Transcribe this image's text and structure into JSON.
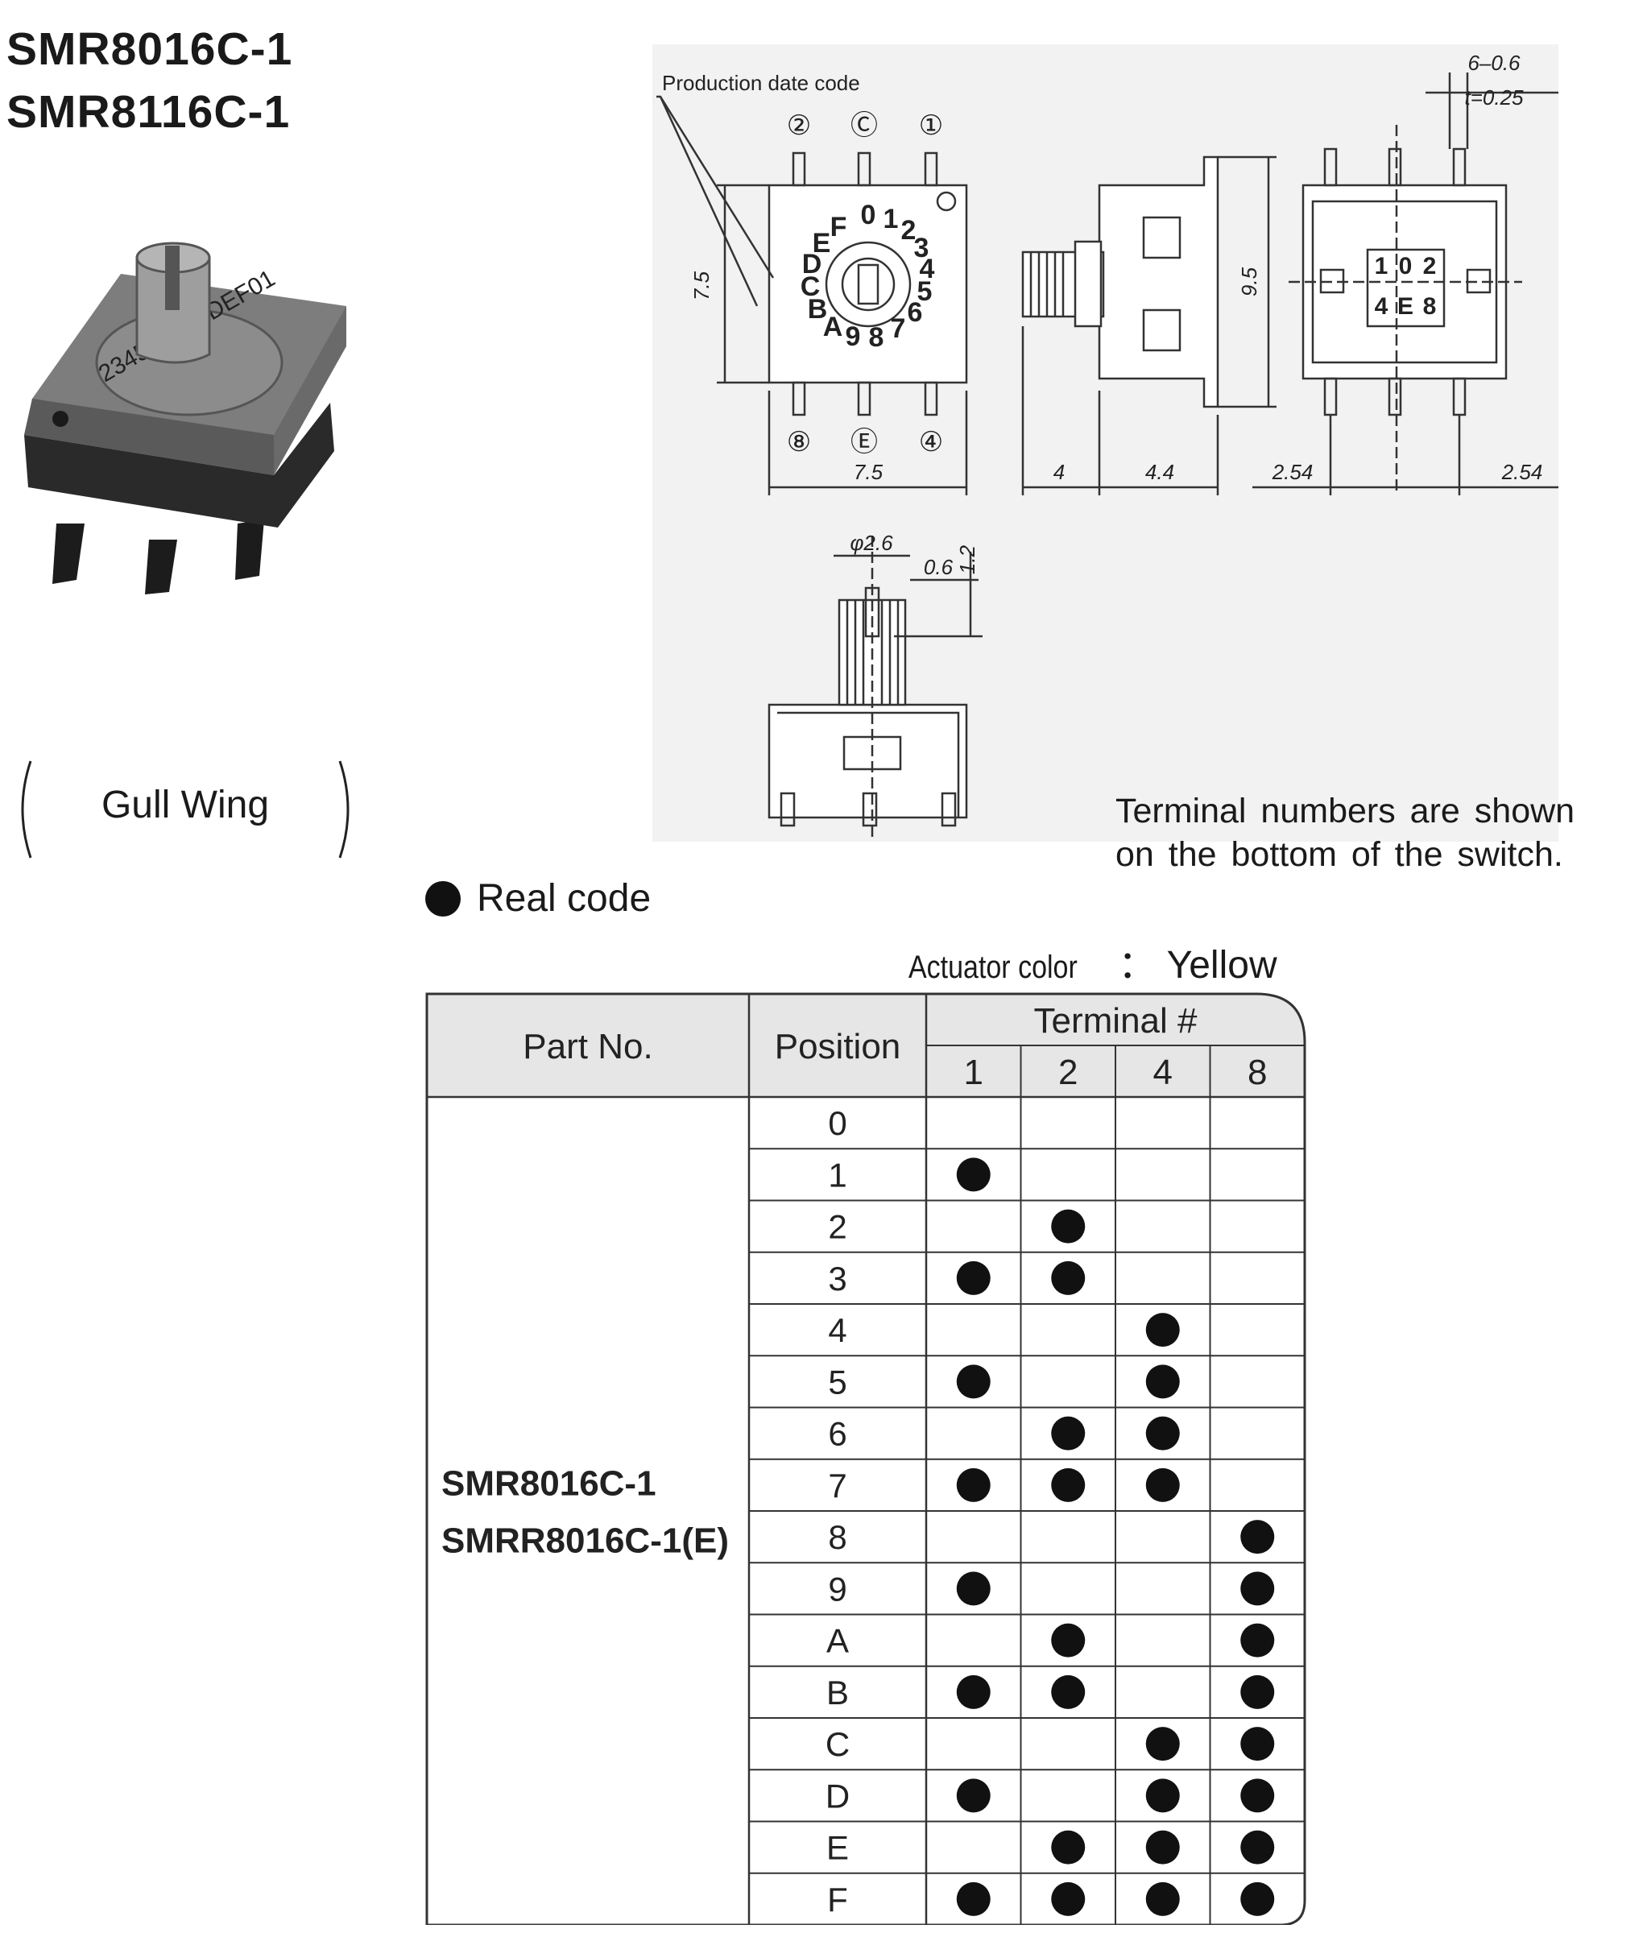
{
  "titles": [
    "SMR8016C-1",
    "SMR8116C-1"
  ],
  "mount_type": "Gull Wing",
  "photo": {
    "dial_text": "2345 9ABCDEF01",
    "icon": "rotary-dip-switch-photo"
  },
  "drawing": {
    "production_date_label": "Production date code",
    "top_terminals": [
      "②",
      "Ⓒ",
      "①"
    ],
    "bottom_terminals": [
      "⑧",
      "Ⓔ",
      "④"
    ],
    "dial_digits": [
      "0",
      "1",
      "2",
      "3",
      "4",
      "5",
      "6",
      "7",
      "8",
      "9",
      "A",
      "B",
      "C",
      "D",
      "E",
      "F"
    ],
    "bottom_view_digits": [
      "1",
      "0",
      "2",
      "4",
      "E",
      "8"
    ],
    "dims": {
      "side_height": "7.5",
      "width": "7.5",
      "shaft_len": "4",
      "body_len": "4.4",
      "height": "9.5",
      "pin": "6–0.6",
      "thickness": "t=0.25",
      "pitch_left": "2.54",
      "pitch_right": "2.54",
      "shaft_dia": "φ2.6",
      "slot": "0.6",
      "slot_depth": "1.2"
    }
  },
  "terminal_note": [
    "Terminal numbers are shown",
    "on the bottom of the switch."
  ],
  "legend": {
    "label": "Real code"
  },
  "actuator": {
    "label": "Actuator color",
    "sep": "：",
    "value": "Yellow"
  },
  "table": {
    "header_part": "Part No.",
    "header_position": "Position",
    "header_terminal": "Terminal #",
    "terminals": [
      "1",
      "2",
      "4",
      "8"
    ],
    "part_numbers": [
      "SMR8016C-1",
      "SMRR8016C-1(E)"
    ],
    "rows": [
      {
        "position": "0",
        "on": [
          0,
          0,
          0,
          0
        ]
      },
      {
        "position": "1",
        "on": [
          1,
          0,
          0,
          0
        ]
      },
      {
        "position": "2",
        "on": [
          0,
          1,
          0,
          0
        ]
      },
      {
        "position": "3",
        "on": [
          1,
          1,
          0,
          0
        ]
      },
      {
        "position": "4",
        "on": [
          0,
          0,
          1,
          0
        ]
      },
      {
        "position": "5",
        "on": [
          1,
          0,
          1,
          0
        ]
      },
      {
        "position": "6",
        "on": [
          0,
          1,
          1,
          0
        ]
      },
      {
        "position": "7",
        "on": [
          1,
          1,
          1,
          0
        ]
      },
      {
        "position": "8",
        "on": [
          0,
          0,
          0,
          1
        ]
      },
      {
        "position": "9",
        "on": [
          1,
          0,
          0,
          1
        ]
      },
      {
        "position": "A",
        "on": [
          0,
          1,
          0,
          1
        ]
      },
      {
        "position": "B",
        "on": [
          1,
          1,
          0,
          1
        ]
      },
      {
        "position": "C",
        "on": [
          0,
          0,
          1,
          1
        ]
      },
      {
        "position": "D",
        "on": [
          1,
          0,
          1,
          1
        ]
      },
      {
        "position": "E",
        "on": [
          0,
          1,
          1,
          1
        ]
      },
      {
        "position": "F",
        "on": [
          1,
          1,
          1,
          1
        ]
      }
    ]
  }
}
